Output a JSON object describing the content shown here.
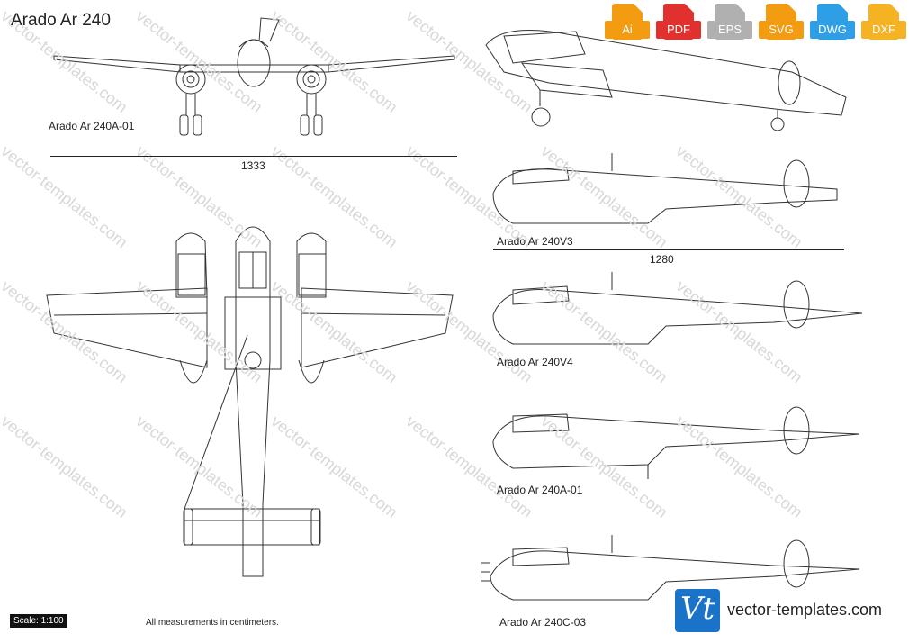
{
  "title": "Arado Ar 240",
  "formats": [
    {
      "label": "Ai",
      "color": "#f39c12"
    },
    {
      "label": "PDF",
      "color": "#e0312e"
    },
    {
      "label": "EPS",
      "color": "#b0b0b0"
    },
    {
      "label": "SVG",
      "color": "#f39c12"
    },
    {
      "label": "DWG",
      "color": "#2e9fe6"
    },
    {
      "label": "DXF",
      "color": "#f5b324"
    }
  ],
  "views": {
    "front_label": "Arado Ar 240A-01",
    "front_span": "1333",
    "side_v3_label": "Arado Ar 240V3",
    "side_length": "1280",
    "side_v4_label": "Arado Ar 240V4",
    "side_a01_label": "Arado Ar 240A-01",
    "side_c03_label": "Arado Ar 240C-03"
  },
  "footer": {
    "scale": "Scale: 1:100",
    "note": "All measurements in centimeters."
  },
  "brand": {
    "logo_text": "Vt",
    "site": "vector-templates.com",
    "watermark": "vector-templates.com",
    "accent": "#1a73c9"
  }
}
